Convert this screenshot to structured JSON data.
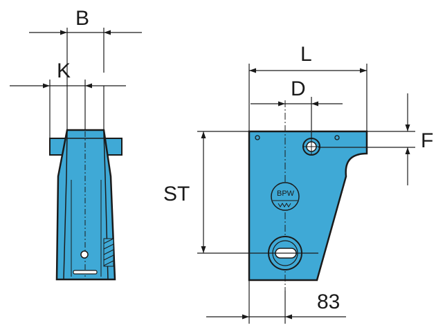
{
  "labels": {
    "b": "B",
    "k": "K",
    "l": "L",
    "d": "D",
    "f": "F",
    "st": "ST",
    "offset_value": "83"
  },
  "stamp": {
    "top": "BPW"
  },
  "colors": {
    "part_fill": "#3FA9D6",
    "outline": "#1a1a1a",
    "background": "#ffffff"
  }
}
